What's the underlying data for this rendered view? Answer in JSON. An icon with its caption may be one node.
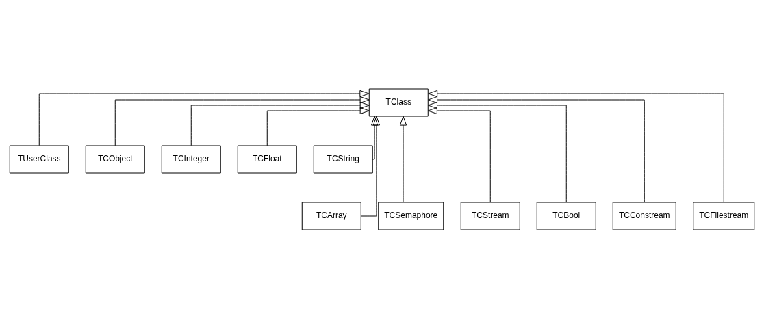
{
  "diagram": {
    "nodes": [
      {
        "text": [
          "TClass"
        ]
      },
      {
        "text": [
          "TUserClass"
        ]
      },
      {
        "text": [
          "TCObject"
        ]
      },
      {
        "text": [
          "TCInteger"
        ]
      },
      {
        "text": [
          "TCFloat"
        ]
      },
      {
        "text": [
          "TCString"
        ]
      },
      {
        "text": [
          "TCArray"
        ]
      },
      {
        "text": [
          "TCSemaphore"
        ]
      },
      {
        "text": [
          "TCStream"
        ]
      },
      {
        "text": [
          "TCBool"
        ]
      },
      {
        "text": [
          "TCConstream"
        ]
      },
      {
        "text": [
          "TCFilestream"
        ]
      }
    ],
    "edges": [
      {
        "from": 1,
        "to": 0,
        "arrow": "to"
      },
      {
        "from": 2,
        "to": 0,
        "arrow": "to"
      },
      {
        "from": 3,
        "to": 0,
        "arrow": "to"
      },
      {
        "from": 4,
        "to": 0,
        "arrow": "to"
      },
      {
        "from": 5,
        "to": 0,
        "arrow": "to"
      },
      {
        "from": 6,
        "to": 0,
        "arrow": "to"
      },
      {
        "from": 7,
        "to": 0,
        "arrow": "to"
      },
      {
        "from": 8,
        "to": 0,
        "arrow": "to"
      },
      {
        "from": 9,
        "to": 0,
        "arrow": "to"
      },
      {
        "from": 10,
        "to": 0,
        "arrow": "to"
      },
      {
        "from": 11,
        "to": 0,
        "arrow": "to"
      }
    ]
  }
}
